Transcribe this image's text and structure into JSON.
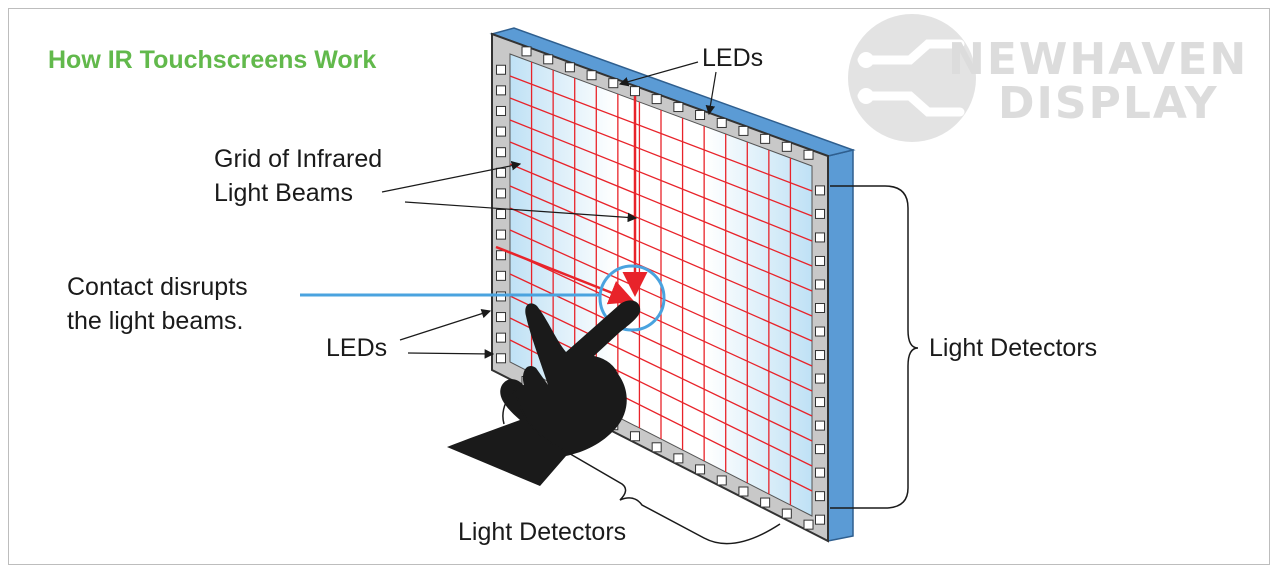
{
  "title": "How IR Touchscreens Work",
  "labels": {
    "leds_top": "LEDs",
    "grid_line1": "Grid of Infrared",
    "grid_line2": "Light Beams",
    "contact_line1": "Contact disrupts",
    "contact_line2": "the light beams.",
    "leds_left": "LEDs",
    "detectors_right": "Light Detectors",
    "detectors_bottom": "Light Detectors"
  },
  "logo": {
    "line1": "NEWHAVEN",
    "line2": "DISPLAY"
  },
  "colors": {
    "title": "#62b94c",
    "beams": "#e8232a",
    "panel_side": "#5b9bd5",
    "frame": "#c8c8c8",
    "glass": "#c9e6f7",
    "contact_circle": "#4aa3df",
    "hand": "#1a1a1a",
    "logo": "#dcdcdc"
  },
  "icons": {
    "hand": "pointing-hand-icon",
    "logo": "newhaven-logo-icon"
  }
}
